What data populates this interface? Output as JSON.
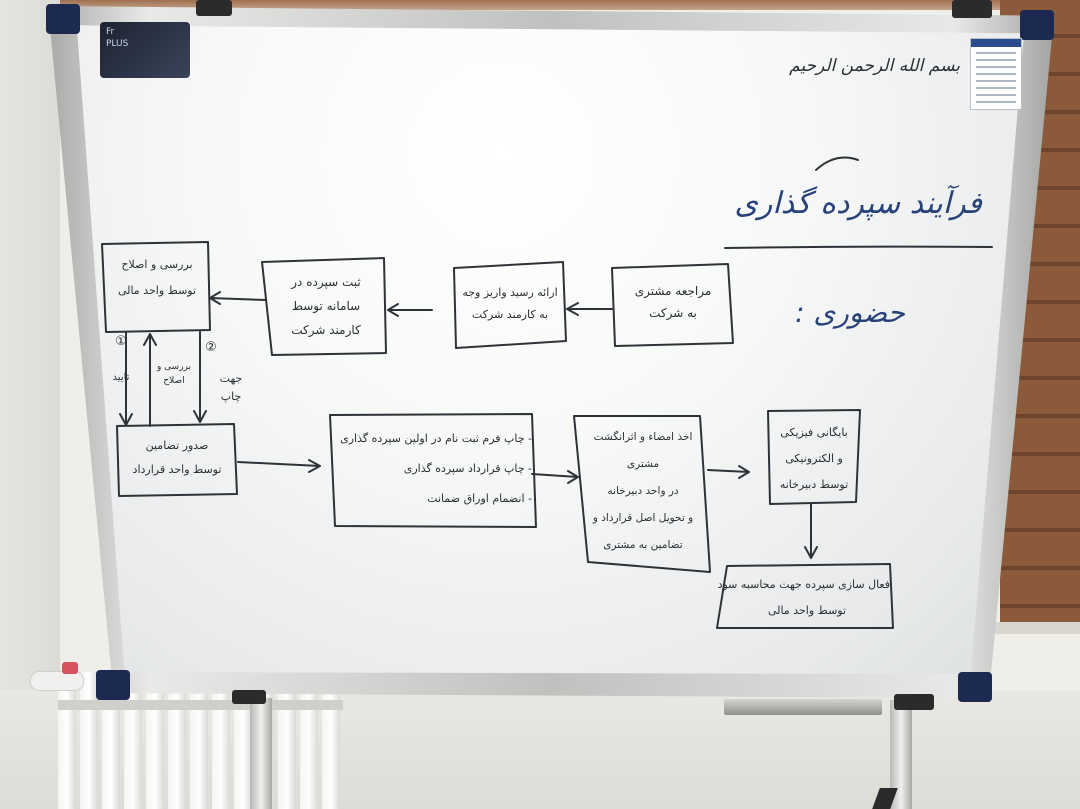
{
  "board": {
    "label_sticker": {
      "lines": [
        "Fr",
        "PLUS"
      ]
    },
    "header": {
      "basmala": "بسم الله الرحمن الرحیم",
      "title": "فرآیند سپرده گذاری",
      "subtitle": "حضوری :"
    },
    "steps": {
      "step1": {
        "lines": [
          "مراجعه مشتری",
          "به شرکت"
        ]
      },
      "step2": {
        "lines": [
          "ارائه رسید واریز وجه",
          "به کارمند شرکت"
        ]
      },
      "step3": {
        "lines": [
          "ثبت سپرده در",
          "سامانه توسط",
          "کارمند شرکت"
        ]
      },
      "step4": {
        "lines": [
          "بررسی و اصلاح",
          "توسط واحد مالی"
        ]
      },
      "step5": {
        "lines": [
          "صدور تضامین",
          "توسط واحد قرارداد"
        ]
      },
      "step6": {
        "lines": [
          "- چاپ فرم ثبت نام در اولین سپرده گذاری",
          "- چاپ قرارداد سپرده گذاری",
          "- انضمام اوراق ضمانت"
        ]
      },
      "step7": {
        "lines": [
          "اخذ امضاء و اثرانگشت",
          "مشتری",
          "در واحد دبیرخانه",
          "و تحویل اصل قرارداد و",
          "تضامین به مشتری"
        ]
      },
      "step8": {
        "lines": [
          "بایگانی فیزیکی",
          "و الکترونیکی",
          "توسط دبیرخانه"
        ]
      },
      "step9": {
        "lines": [
          "فعال سازی سپرده جهت محاسبه سود",
          "توسط واحد مالی"
        ]
      }
    },
    "arrow_labels": {
      "confirm_num": "①",
      "confirm": "تایید",
      "review_fix": "بررسی و اصلاح",
      "print_num": "②",
      "print": "جهت چاپ"
    }
  }
}
